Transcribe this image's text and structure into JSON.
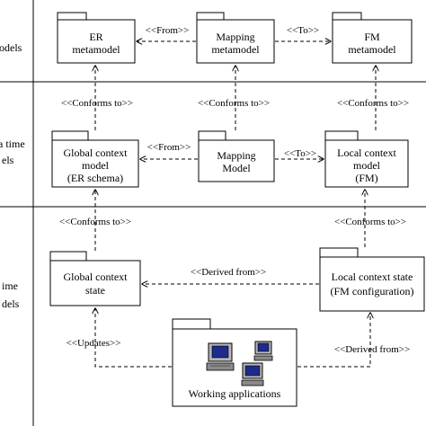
{
  "rows": {
    "top": {
      "label": "odels"
    },
    "middle": {
      "label_line1": "a time",
      "label_line2": "els"
    },
    "bottom": {
      "label_line1": "ime",
      "label_line2": "dels"
    }
  },
  "packages": {
    "er_metamodel": {
      "line1": "ER",
      "line2": "metamodel"
    },
    "mapping_metamodel": {
      "line1": "Mapping",
      "line2": "metamodel"
    },
    "fm_metamodel": {
      "line1": "FM",
      "line2": "metamodel"
    },
    "global_context_model": {
      "line1": "Global context",
      "line2": "model",
      "line3": "(ER schema)"
    },
    "mapping_model": {
      "line1": "Mapping",
      "line2": "Model"
    },
    "local_context_model": {
      "line1": "Local context",
      "line2": "model",
      "line3": "(FM)"
    },
    "global_context_state": {
      "line1": "Global context",
      "line2": "state"
    },
    "local_context_state": {
      "line1": "Local context state",
      "line2": "(FM configuration)"
    },
    "working_applications": {
      "line1": "Working applications"
    }
  },
  "edges": {
    "from_top": "<<From>>",
    "to_top": "<<To>>",
    "conforms_left_top": "<<Conforms to>>",
    "conforms_mid_top": "<<Conforms to>>",
    "conforms_right_top": "<<Conforms to>>",
    "from_mid": "<<From>>",
    "to_mid": "<<To>>",
    "conforms_left_bottom": "<<Conforms to>>",
    "conforms_right_bottom": "<<Conforms to>>",
    "derived_from_top": "<<Derived from>>",
    "updates": "<<Updates>>",
    "derived_from_bottom": "<<Derived from>>"
  },
  "icons": [
    "computer-icon",
    "computer-icon",
    "computer-icon"
  ]
}
